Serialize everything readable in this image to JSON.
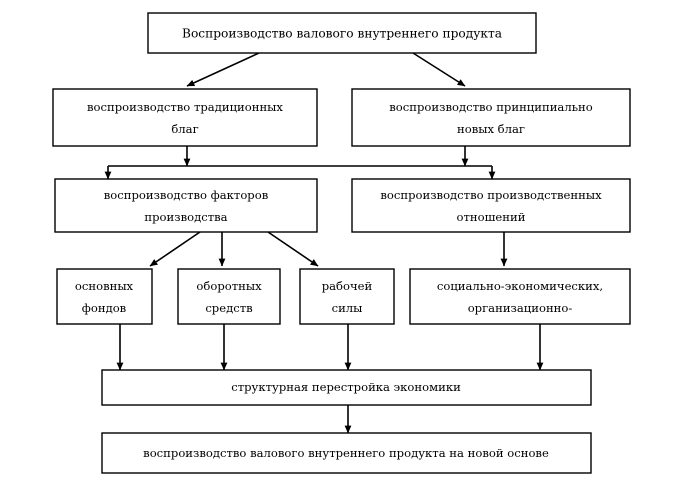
{
  "diagram": {
    "title_text": "Воспроизводство валового внутреннего продукта",
    "language": "ru",
    "colors": {
      "background": "#ffffff",
      "box_fill": "#ffffff",
      "box_stroke": "#000000",
      "connector": "#000000",
      "text": "#000000"
    },
    "nodes": {
      "root": {
        "label": "Воспроизводство валового внутреннего продукта",
        "lines": [
          "Воспроизводство валового внутреннего продукта"
        ]
      },
      "traditional_goods": {
        "label": "воспроизводство традиционных благ",
        "lines": [
          "воспроизводство традиционных",
          "благ"
        ]
      },
      "new_goods": {
        "label": "воспроизводство принципиально новых благ",
        "lines": [
          "воспроизводство принципиально",
          "новых благ"
        ]
      },
      "production_factors": {
        "label": "воспроизводство факторов производства",
        "lines": [
          "воспроизводство факторов",
          "производства"
        ]
      },
      "production_relations": {
        "label": "воспроизводство производственных отношений",
        "lines": [
          "воспроизводство производственных",
          "отношений"
        ]
      },
      "fixed_assets": {
        "label": "основных фондов",
        "lines": [
          "основных",
          "фондов"
        ]
      },
      "working_capital": {
        "label": "оборотных средств",
        "lines": [
          "оборотных",
          "средств"
        ]
      },
      "labor_force": {
        "label": "рабочей силы",
        "lines": [
          "рабочей",
          "силы"
        ]
      },
      "socio_economic": {
        "label": "социально-экономических, организационно-",
        "lines": [
          "социально-экономических,",
          "организационно-"
        ]
      },
      "restructuring": {
        "label": "структурная перестройка экономики",
        "lines": [
          "структурная перестройка экономики"
        ]
      },
      "gdp_new_basis": {
        "label": "воспроизводство валового внутреннего продукта на новой основе",
        "lines": [
          "воспроизводство валового внутреннего продукта на новой основе"
        ]
      }
    },
    "edges": [
      {
        "from": "root",
        "to": "traditional_goods",
        "style": "diagonal-arrow"
      },
      {
        "from": "root",
        "to": "new_goods",
        "style": "diagonal-arrow"
      },
      {
        "from": "traditional_goods",
        "to": "bus",
        "style": "straight-arrow"
      },
      {
        "from": "new_goods",
        "to": "bus",
        "style": "straight-arrow"
      },
      {
        "from": "bus",
        "to": "production_factors",
        "style": "straight-arrow"
      },
      {
        "from": "bus",
        "to": "production_relations",
        "style": "straight-arrow"
      },
      {
        "from": "production_factors",
        "to": "fixed_assets",
        "style": "diagonal-arrow"
      },
      {
        "from": "production_factors",
        "to": "working_capital",
        "style": "straight-arrow"
      },
      {
        "from": "production_factors",
        "to": "labor_force",
        "style": "diagonal-arrow"
      },
      {
        "from": "production_relations",
        "to": "socio_economic",
        "style": "straight-arrow"
      },
      {
        "from": "fixed_assets",
        "to": "restructuring",
        "style": "straight-arrow"
      },
      {
        "from": "working_capital",
        "to": "restructuring",
        "style": "straight-arrow"
      },
      {
        "from": "labor_force",
        "to": "restructuring",
        "style": "straight-arrow"
      },
      {
        "from": "socio_economic",
        "to": "restructuring",
        "style": "straight-arrow"
      },
      {
        "from": "restructuring",
        "to": "gdp_new_basis",
        "style": "straight-arrow"
      }
    ]
  }
}
